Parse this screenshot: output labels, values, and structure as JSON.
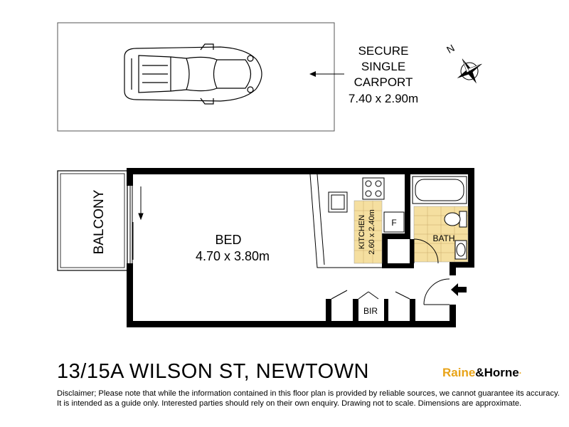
{
  "carport": {
    "line1": "SECURE",
    "line2": "SINGLE",
    "line3": "CARPORT",
    "dims": "7.40 x 2.90m"
  },
  "compass": {
    "label": "N"
  },
  "rooms": {
    "balcony": "BALCONY",
    "bed": {
      "name": "BED",
      "dims": "4.70 x 3.80m"
    },
    "kitchen": {
      "name": "KITCHEN",
      "dims": "2.60 x 2.40m"
    },
    "fridge": "F",
    "bath": "BATH",
    "bir": "BIR"
  },
  "address": "13/15A WILSON ST, NEWTOWN",
  "brand": {
    "part1": "Raine",
    "part2": "&Horne",
    "mark": "."
  },
  "disclaimer": {
    "line1": "Disclaimer; Please note that while the information contained in this floor plan is provided by reliable sources, we cannot guarantee its accuracy.",
    "line2": "It is intended as a guide only. Interested parties should rely on their own enquiry. Drawing not to scale.  Dimensions are approximate."
  },
  "colors": {
    "wall": "#000000",
    "kitchen_tile": "#f5dfa0",
    "brand_gold": "#e8a317",
    "text": "#000000"
  }
}
